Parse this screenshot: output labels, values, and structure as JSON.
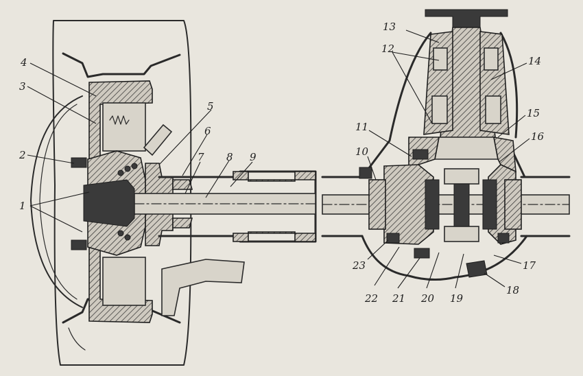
{
  "callouts": {
    "c1": "1",
    "c2": "2",
    "c3": "3",
    "c4": "4",
    "c5": "5",
    "c6": "6",
    "c7": "7",
    "c8": "8",
    "c9": "9",
    "c10": "10",
    "c11": "11",
    "c12": "12",
    "c13": "13",
    "c14": "14",
    "c15": "15",
    "c16": "16",
    "c17": "17",
    "c18": "18",
    "c19": "19",
    "c20": "20",
    "c21": "21",
    "c22": "22",
    "c23": "23"
  },
  "colors": {
    "background": "#e9e6de",
    "line": "#2a2a2a",
    "metal_dark": "#3a3a3a"
  }
}
